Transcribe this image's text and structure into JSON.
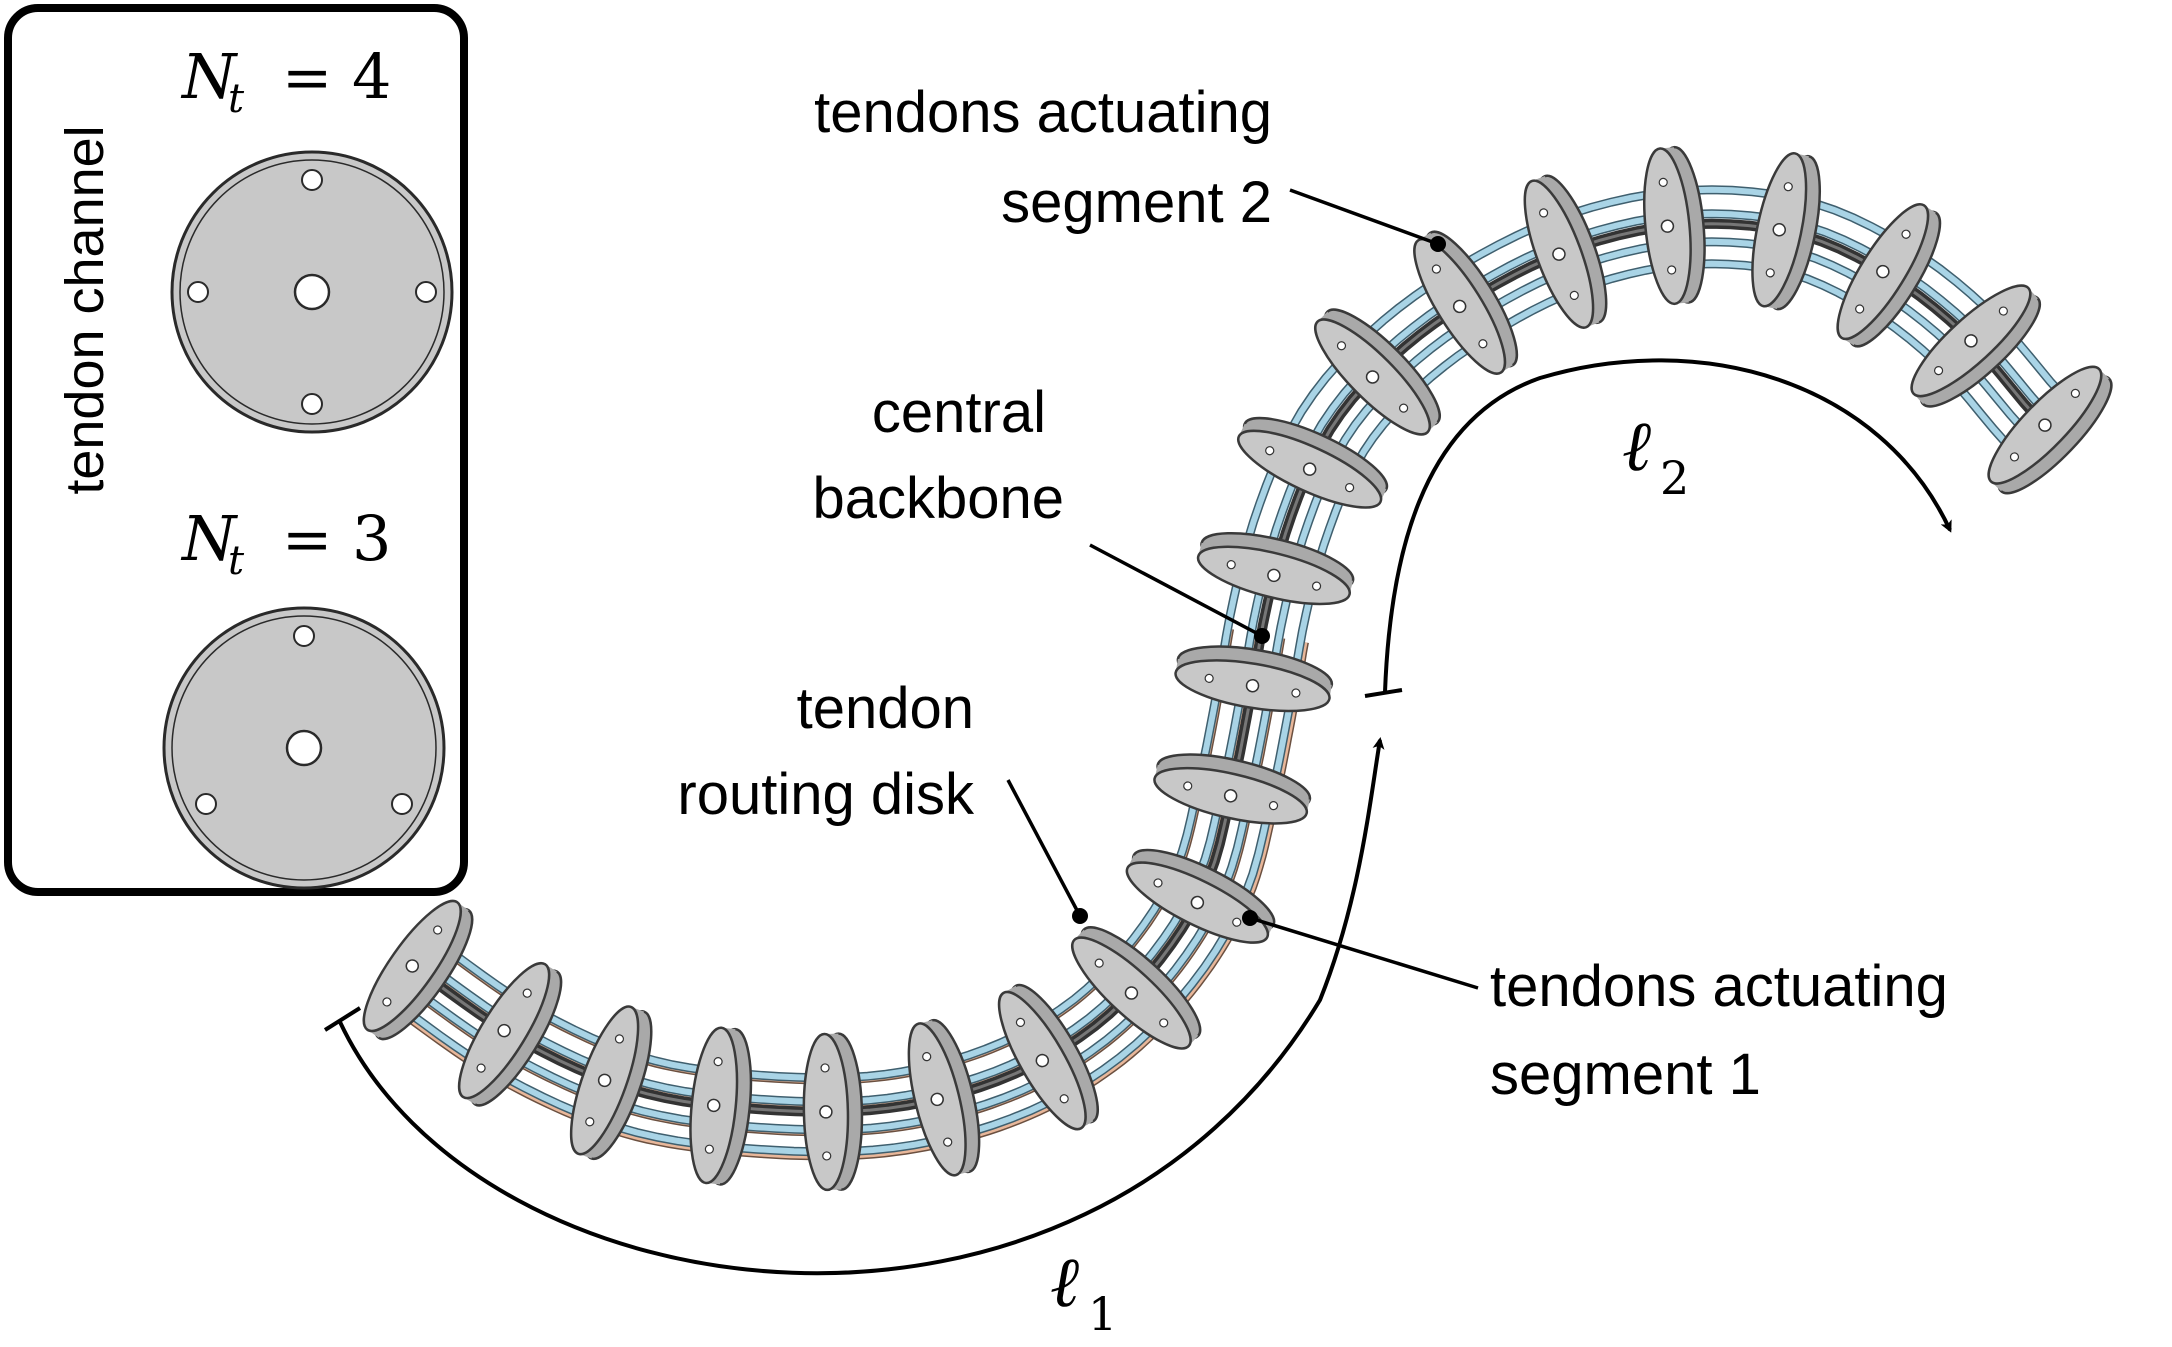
{
  "inset": {
    "side_label": "tendon channel",
    "top_formula": {
      "symbol": "N",
      "subscript": "t",
      "relation": "=",
      "value": "4"
    },
    "bottom_formula": {
      "symbol": "N",
      "subscript": "t",
      "relation": "=",
      "value": "3"
    }
  },
  "labels": {
    "seg2_line1": "tendons actuating",
    "seg2_line2": "segment 2",
    "backbone_line1": "central",
    "backbone_line2": "backbone",
    "disk_line1": "tendon",
    "disk_line2": "routing disk",
    "seg1_line1": "tendons actuating",
    "seg1_line2": "segment 1"
  },
  "lengths": {
    "l1_symbol": "ℓ",
    "l1_sub": "1",
    "l2_symbol": "ℓ",
    "l2_sub": "2"
  },
  "colors": {
    "disk_fill": "#c8c8c8",
    "disk_stroke": "#3a3a3a",
    "tendon_segment1": "#e8b79a",
    "tendon_segment2": "#a9d4e6",
    "backbone": "#333333",
    "frame": "#000000"
  }
}
